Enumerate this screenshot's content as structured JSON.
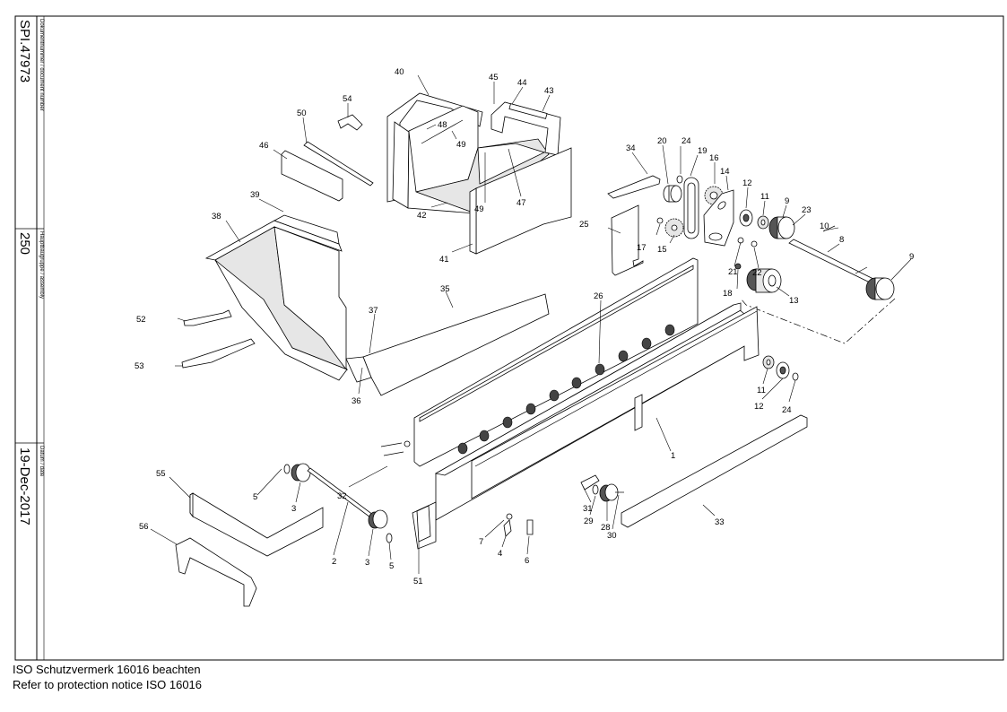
{
  "sidebar": {
    "document_number_label": "Dokumentnummer / document number",
    "document_number": "SPI.47973",
    "assembly_label": "Hauptbaugruppe / assembly",
    "assembly": "250",
    "date_label": "Datum / date",
    "date": "19-Dec-2017"
  },
  "footer": {
    "line1": "ISO Schutzvermerk 16016 beachten",
    "line2": "Refer to protection notice ISO 16016"
  },
  "callouts": [
    {
      "id": "c40",
      "text": "40"
    },
    {
      "id": "c45",
      "text": "45"
    },
    {
      "id": "c44",
      "text": "44"
    },
    {
      "id": "c43",
      "text": "43"
    },
    {
      "id": "c54",
      "text": "54"
    },
    {
      "id": "c50",
      "text": "50"
    },
    {
      "id": "c48",
      "text": "48"
    },
    {
      "id": "c49a",
      "text": "49"
    },
    {
      "id": "c46",
      "text": "46"
    },
    {
      "id": "c39",
      "text": "39"
    },
    {
      "id": "c38",
      "text": "38"
    },
    {
      "id": "c42",
      "text": "42"
    },
    {
      "id": "c49b",
      "text": "49"
    },
    {
      "id": "c47",
      "text": "47"
    },
    {
      "id": "c41",
      "text": "41"
    },
    {
      "id": "c34",
      "text": "34"
    },
    {
      "id": "c20",
      "text": "20"
    },
    {
      "id": "c24a",
      "text": "24"
    },
    {
      "id": "c19",
      "text": "19"
    },
    {
      "id": "c16",
      "text": "16"
    },
    {
      "id": "c14",
      "text": "14"
    },
    {
      "id": "c12a",
      "text": "12"
    },
    {
      "id": "c11a",
      "text": "11"
    },
    {
      "id": "c9a",
      "text": "9"
    },
    {
      "id": "c23",
      "text": "23"
    },
    {
      "id": "c10",
      "text": "10"
    },
    {
      "id": "c8",
      "text": "8"
    },
    {
      "id": "c9b",
      "text": "9"
    },
    {
      "id": "c25",
      "text": "25"
    },
    {
      "id": "c17",
      "text": "17"
    },
    {
      "id": "c15",
      "text": "15"
    },
    {
      "id": "c21",
      "text": "21"
    },
    {
      "id": "c22",
      "text": "22"
    },
    {
      "id": "c18",
      "text": "18"
    },
    {
      "id": "c13",
      "text": "13"
    },
    {
      "id": "c35",
      "text": "35"
    },
    {
      "id": "c26",
      "text": "26"
    },
    {
      "id": "c37",
      "text": "37"
    },
    {
      "id": "c52",
      "text": "52"
    },
    {
      "id": "c53",
      "text": "53"
    },
    {
      "id": "c36",
      "text": "36"
    },
    {
      "id": "c11b",
      "text": "11"
    },
    {
      "id": "c12b",
      "text": "12"
    },
    {
      "id": "c24b",
      "text": "24"
    },
    {
      "id": "c1",
      "text": "1"
    },
    {
      "id": "c55",
      "text": "55"
    },
    {
      "id": "c5a",
      "text": "5"
    },
    {
      "id": "c3a",
      "text": "3"
    },
    {
      "id": "c32",
      "text": "32"
    },
    {
      "id": "c56",
      "text": "56"
    },
    {
      "id": "c2",
      "text": "2"
    },
    {
      "id": "c3b",
      "text": "3"
    },
    {
      "id": "c5b",
      "text": "5"
    },
    {
      "id": "c51",
      "text": "51"
    },
    {
      "id": "c7",
      "text": "7"
    },
    {
      "id": "c4",
      "text": "4"
    },
    {
      "id": "c6",
      "text": "6"
    },
    {
      "id": "c31",
      "text": "31"
    },
    {
      "id": "c29",
      "text": "29"
    },
    {
      "id": "c28",
      "text": "28"
    },
    {
      "id": "c30",
      "text": "30"
    },
    {
      "id": "c33",
      "text": "33"
    }
  ]
}
